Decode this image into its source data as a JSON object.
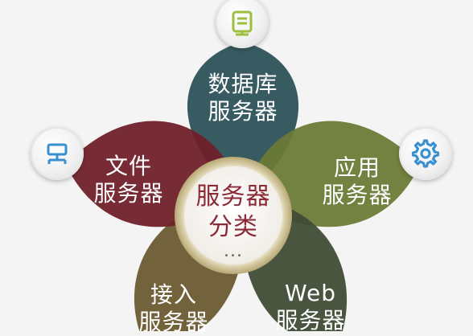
{
  "diagram": {
    "center": {
      "line1": "服务器",
      "line2": "分类",
      "line3": "..."
    },
    "petals": {
      "database": {
        "line1": "数据库",
        "line2": "服务器",
        "color": "#2c5158",
        "icon": "document-icon",
        "icon_color": "#9cbf3e"
      },
      "application": {
        "line1": "应用",
        "line2": "服务器",
        "color": "#6b7a35",
        "icon": "gear-icon",
        "icon_color": "#3a8fd1"
      },
      "web": {
        "line1": "Web",
        "line2": "服务器",
        "color": "#3f4a34",
        "icon": "",
        "icon_color": ""
      },
      "access": {
        "line1": "接入",
        "line2": "服务器",
        "color": "#6a5930",
        "icon": "",
        "icon_color": ""
      },
      "file": {
        "line1": "文件",
        "line2": "服务器",
        "color": "#6e1f28",
        "icon": "network-icon",
        "icon_color": "#3a8fd1"
      }
    },
    "center_ring_color": "#c8b98a",
    "background": "#f4f4f4"
  }
}
